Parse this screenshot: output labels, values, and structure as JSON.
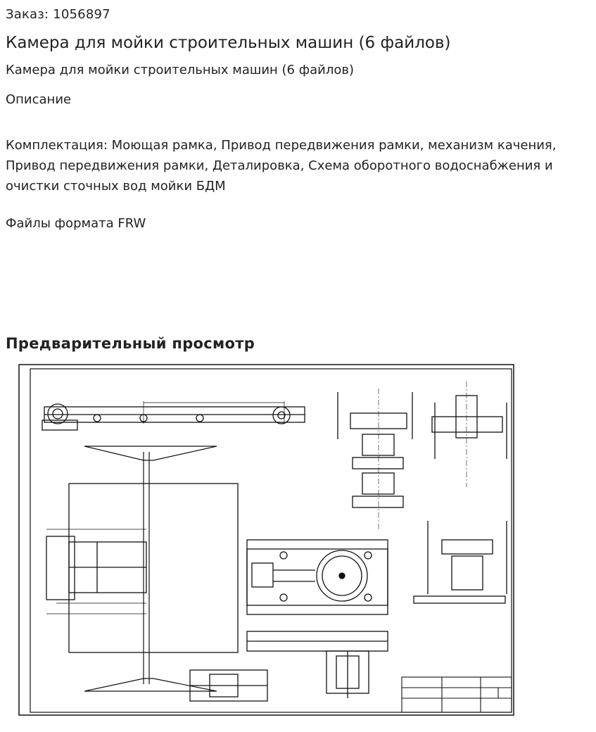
{
  "order": {
    "label": "Заказ: 1056897"
  },
  "product": {
    "title": "Камера для мойки строительных машин (6 файлов)",
    "subtitle": "Камера для мойки строительных машин (6 файлов)"
  },
  "description": {
    "heading": "Описание",
    "body": "Комплектация: Моющая рамка, Привод передвижения рамки, механизм качения, Привод передвижения рамки, Деталировка, Схема оборотного водоснабжения и очистки сточных вод мойки БДМ",
    "formats": "Файлы формата FRW"
  },
  "preview": {
    "heading": "Предварительный просмотр"
  }
}
